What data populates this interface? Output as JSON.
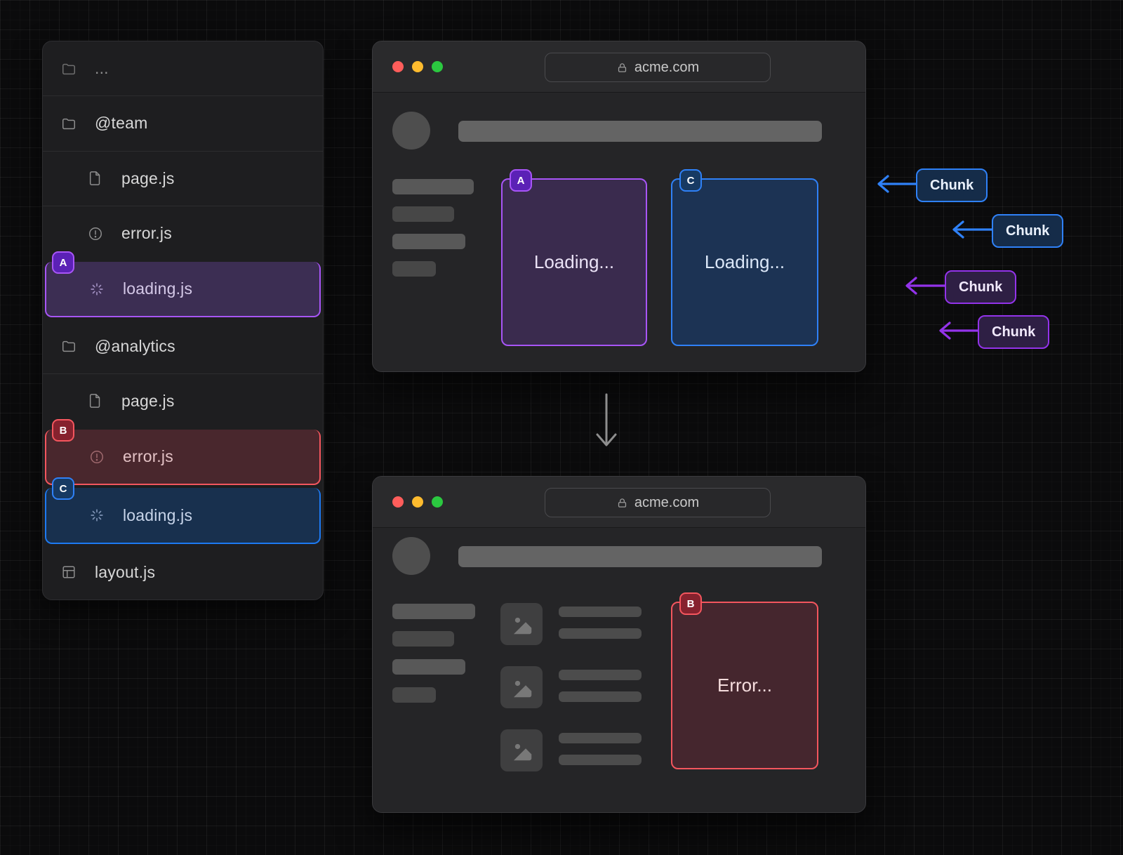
{
  "file_tree": {
    "rows": [
      {
        "label": "...",
        "icon": "folder",
        "badge": ""
      },
      {
        "label": "@team",
        "icon": "folder",
        "badge": ""
      },
      {
        "label": "page.js",
        "icon": "file",
        "badge": ""
      },
      {
        "label": "error.js",
        "icon": "alert-circle",
        "badge": ""
      },
      {
        "label": "loading.js",
        "icon": "spinner",
        "badge": "A",
        "highlight": "purple"
      },
      {
        "label": "@analytics",
        "icon": "folder",
        "badge": ""
      },
      {
        "label": "page.js",
        "icon": "file",
        "badge": ""
      },
      {
        "label": "error.js",
        "icon": "alert-circle",
        "badge": "B",
        "highlight": "red"
      },
      {
        "label": "loading.js",
        "icon": "spinner",
        "badge": "C",
        "highlight": "blue"
      },
      {
        "label": "layout.js",
        "icon": "layout",
        "badge": ""
      }
    ]
  },
  "browser_loading": {
    "url": "acme.com",
    "cards": [
      {
        "label": "Loading...",
        "badge": "A",
        "color": "purple"
      },
      {
        "label": "Loading...",
        "badge": "C",
        "color": "blue"
      }
    ]
  },
  "browser_error": {
    "url": "acme.com",
    "card": {
      "label": "Error...",
      "badge": "B",
      "color": "red"
    }
  },
  "chunks": [
    {
      "label": "Chunk",
      "color": "blue"
    },
    {
      "label": "Chunk",
      "color": "blue"
    },
    {
      "label": "Chunk",
      "color": "purple"
    },
    {
      "label": "Chunk",
      "color": "purple"
    }
  ],
  "badges": {
    "a": "A",
    "b": "B",
    "c": "C"
  },
  "colors": {
    "background": "#0b0b0c",
    "panel": "#1e1e20",
    "window": "#252527",
    "purple_border": "#a855f7",
    "purple_fill": "#3c2e53",
    "red_border": "#f4565e",
    "red_fill": "#49272d",
    "blue_border": "#2f81f7",
    "blue_fill": "#18304e",
    "traffic_red": "#ff5d5b",
    "traffic_yellow": "#febb2e",
    "traffic_green": "#2bc840"
  }
}
